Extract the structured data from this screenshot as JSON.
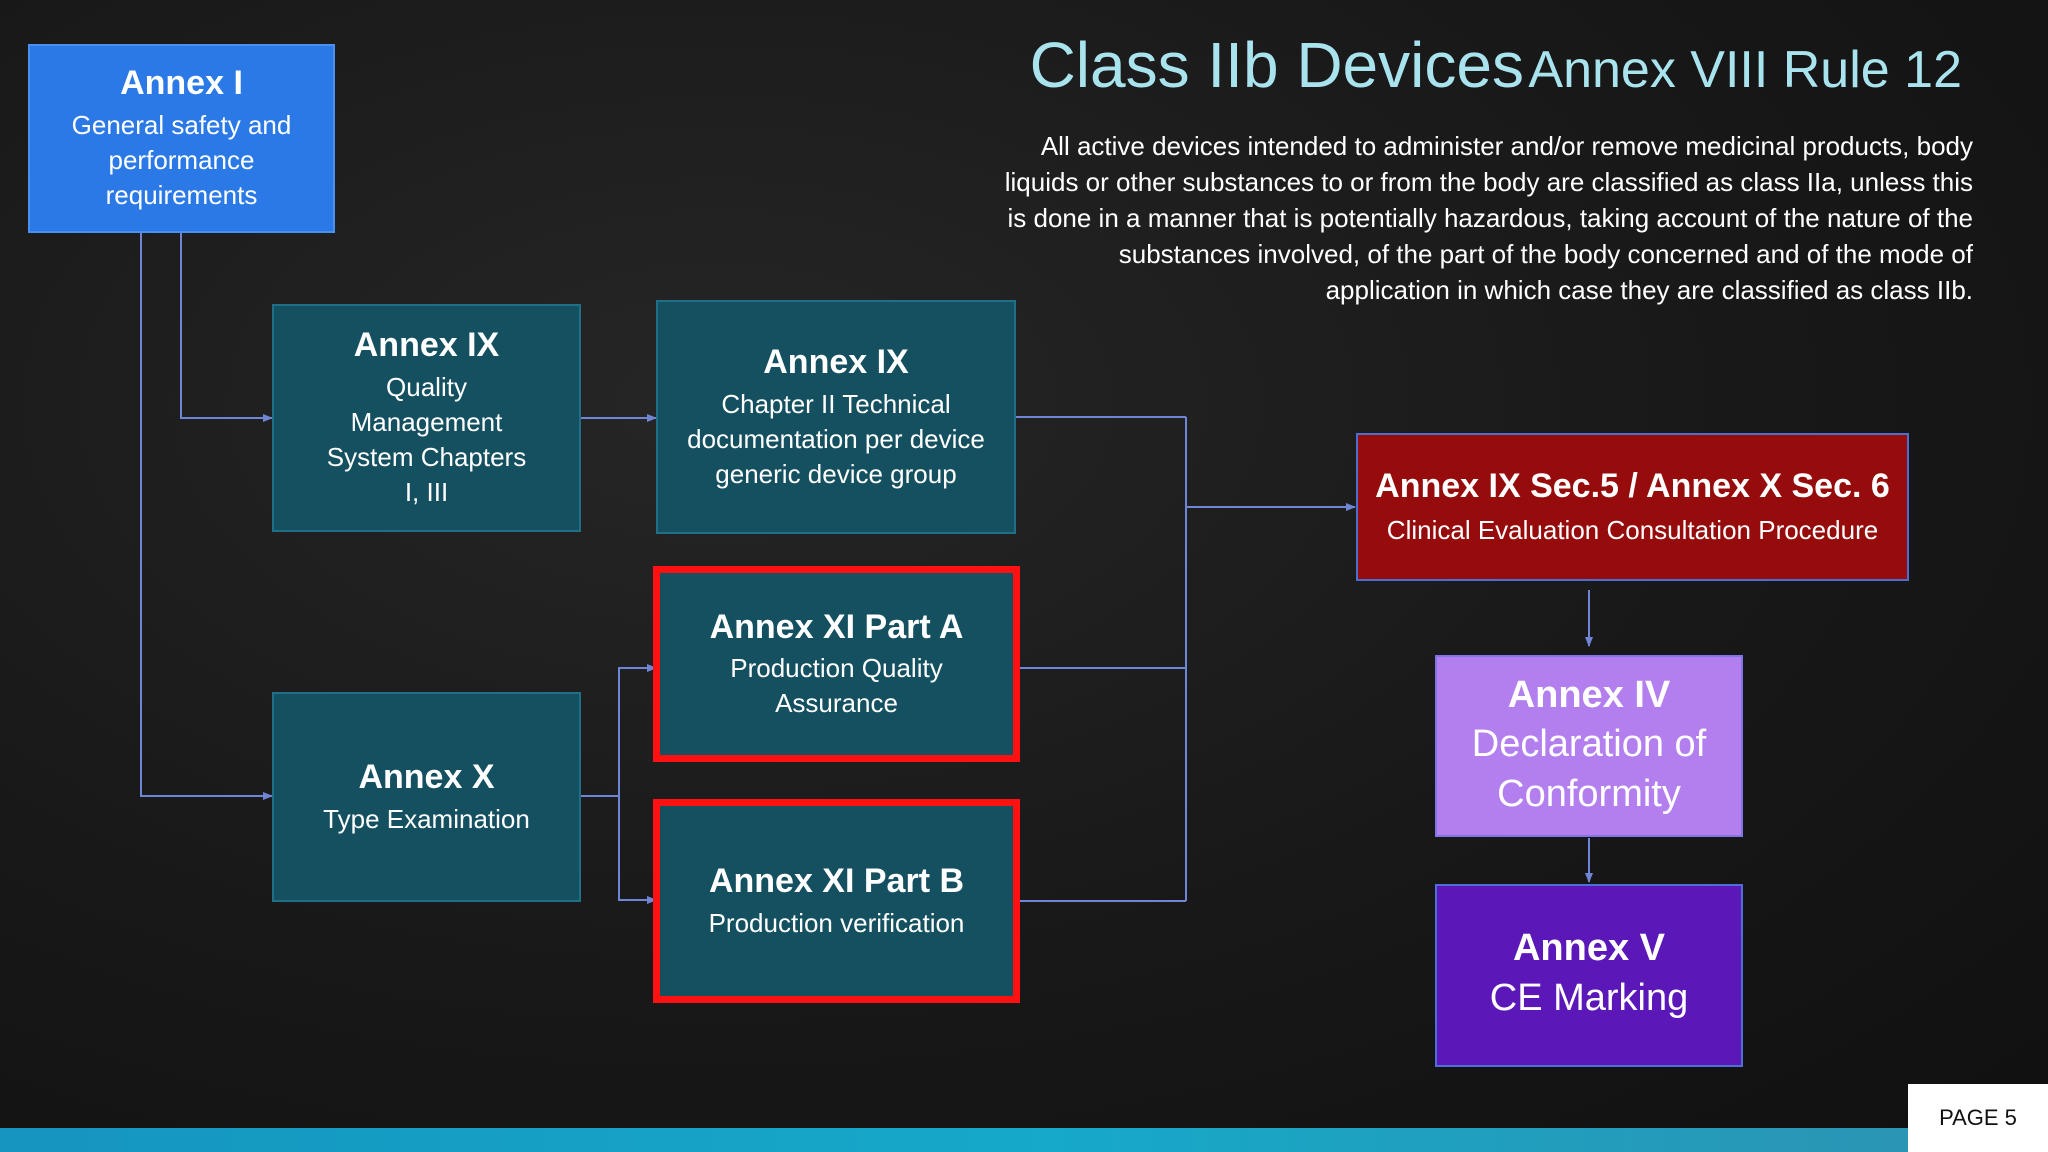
{
  "header": {
    "title_main": "Class IIb Devices",
    "title_sub": "Annex VIII Rule 12",
    "description": "All active devices intended to administer and/or remove medicinal products, body liquids or other substances to or from the body are classified as class IIa, unless this is done in a manner that is potentially hazardous, taking account of the nature of the substances involved, of the part of the body concerned and of the mode of application in which case they are classified as class IIb."
  },
  "nodes": {
    "annex_i": {
      "title": "Annex I",
      "subtitle": "General safety and performance requirements"
    },
    "annex_ix_qms": {
      "title": "Annex IX",
      "subtitle": "Quality Management System Chapters I, III"
    },
    "annex_ix_ch2": {
      "title": "Annex IX",
      "subtitle": "Chapter II Technical documentation per device generic device group"
    },
    "annex_x": {
      "title": "Annex X",
      "subtitle": "Type Examination"
    },
    "annex_xi_a": {
      "title": "Annex XI Part A",
      "subtitle": "Production Quality Assurance"
    },
    "annex_xi_b": {
      "title": "Annex XI Part B",
      "subtitle": "Production verification"
    },
    "clinical": {
      "title": "Annex IX Sec.5 / Annex X Sec. 6",
      "subtitle": "Clinical Evaluation Consultation Procedure"
    },
    "annex_iv": {
      "title": "Annex IV",
      "subtitle": "Declaration of Conformity"
    },
    "annex_v": {
      "title": "Annex V",
      "subtitle": "CE Marking"
    }
  },
  "footer": {
    "page_label": "PAGE 5"
  },
  "colors": {
    "title": "#a9e3ee",
    "connector": "#6f86d6",
    "teal_box": "#14505f",
    "blue_box": "#2a79e6",
    "red_box": "#960b0b",
    "lavender_box": "#b37fef",
    "violet_box": "#5b17b8",
    "highlight_border": "#ff1111"
  }
}
